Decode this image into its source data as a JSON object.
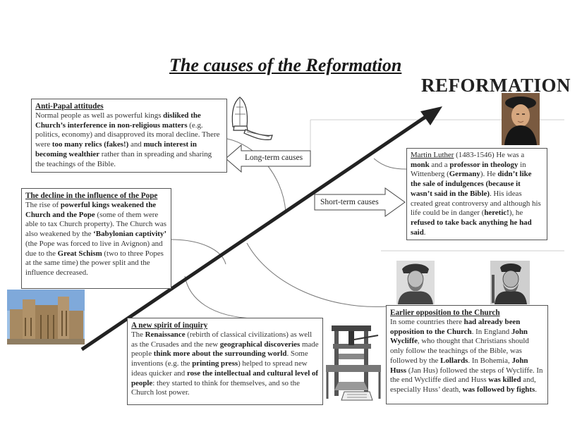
{
  "title": "The causes of the Reformation",
  "reformation_label": "REFORMATION",
  "long_term_label": "Long-term causes",
  "short_term_label": "Short-term  causes",
  "anti_papal": {
    "heading": "Anti-Papal attitudes",
    "t1": "Normal people as well as powerful kings ",
    "b1": "disliked the Church’s interference in non-religious matters",
    "t2": " (e.g. politics, economy) and disapproved its moral decline. There were ",
    "b2": "too many relics (fakes!)",
    "t3": " and ",
    "b3": "much interest in becoming wealthier",
    "t4": " rather than in spreading and sharing the teachings of the Bible."
  },
  "decline": {
    "heading": "The decline in the influence of the Pope",
    "t1": "The rise of ",
    "b1": "powerful kings weakened the Church and the Pope",
    "t2": " (some of them were able to tax Church property). The Church was also weakened by the ",
    "b2": "‘Babylonian captivity’",
    "t3": " (the Pope was forced to live in Avignon) and due to the ",
    "b3": "Great Schism",
    "t4": " (two to three Popes at the same time) the power split and the influence decreased."
  },
  "new_spirit": {
    "heading": "A new spirit of inquiry",
    "t1": "The ",
    "b1": "Renaissance",
    "t2": " (rebirth of classical civilizations) as well as the Crusades and  the new ",
    "b2": "geographical discoveries",
    "t3": " made people ",
    "b3": "think more about the surrounding world",
    "t4": ". Some inventions (e.g. the ",
    "b4": "printing press",
    "t5": ") helped to spread new ideas quicker and ",
    "b5": "rose the intellectual and cultural level of people",
    "t6": ": they started to think for themselves, and so the Church lost power."
  },
  "luther": {
    "name": "Martin Luther",
    "dates": " (1483-1546)",
    "t1": "He was a ",
    "b1": "monk",
    "t2": " and a ",
    "b2": "professor in theology",
    "t3": " in Wittenberg (",
    "b3": "Germany",
    "t4": "). He ",
    "b4": "didn’t like the sale of indulgences (because it wasn’t said in the Bible)",
    "t5": ". His ideas created great controversy and although his life could be in danger (",
    "b5": "heretic!",
    "t6": "), he ",
    "b6": "refused to take back anything he had said",
    "t7": "."
  },
  "earlier": {
    "heading": "Earlier  opposition to the Church",
    "t1": "In some countries there ",
    "b1": "had already been opposition to the Church",
    "t2": ". In England ",
    "b2": "John Wycliffe",
    "t3": ", who thought that Christians should only follow the teachings of the Bible, was followed by the ",
    "b3": "Lollards",
    "t4": ". In Bohemia, ",
    "b4": "John Huss",
    "t5": " (Jan Hus) followed the steps of Wycliffe. In the end Wycliffe died and Huss ",
    "b5": "was killed",
    "t6": " and, especially Huss’ death, ",
    "b6": "was followed by fights",
    "t7": "."
  }
}
